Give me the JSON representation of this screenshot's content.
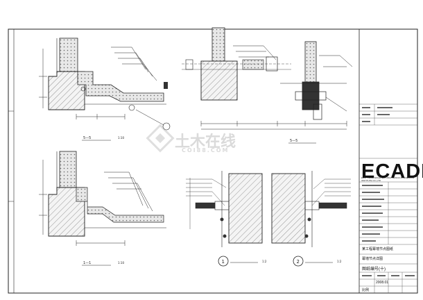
{
  "sections": {
    "s1": "5—5",
    "s1_scale": "1:10",
    "s2": "5—5",
    "s3": "1—1",
    "s3_scale": "1:10"
  },
  "details": {
    "d1_num": "1",
    "d2_num": "2",
    "scale": "1:2"
  },
  "titleblock": {
    "company": "ECADI",
    "subtitle": "EAST CHINA ARCHITECTURAL DESIGN & RESEARCH INSTITUTE CO.,LTD",
    "project": "某工程幕墙节点图纸",
    "drawing_title": "幕墙节点详图",
    "sheet_label": "图纸编号(十)",
    "date": "2008.01",
    "scale_label": "比例"
  },
  "watermark": {
    "main": "土木在线",
    "sub": "COI88.COM"
  }
}
